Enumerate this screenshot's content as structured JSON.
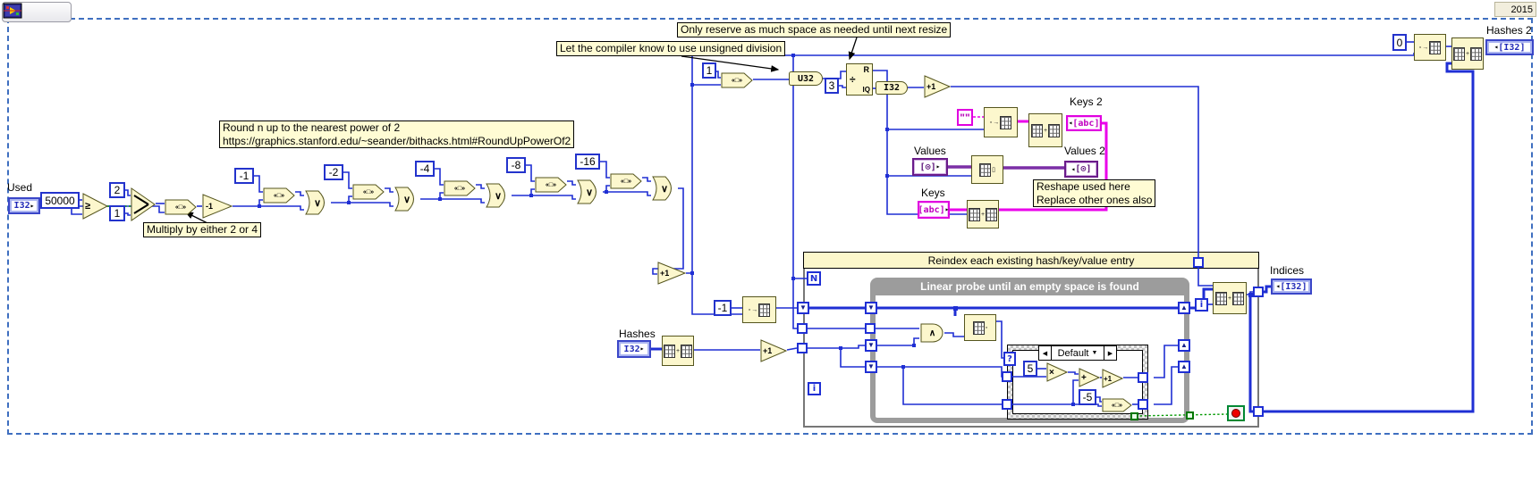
{
  "year": "2015",
  "toolbar": {
    "hand_icon": "hand-tool",
    "arrow_icon": "forward-arrow",
    "vi_icon": "labview-vi-icon"
  },
  "comments": {
    "reserve": "Only reserve as much space as needed until next resize",
    "unsigned": "Let the compiler know to use unsigned division",
    "roundup1": "Round n up to the nearest power of 2",
    "roundup2": "https://graphics.stanford.edu/~seander/bithacks.html#RoundUpPowerOf2",
    "multiply": "Multiply by either 2 or 4",
    "reshape1": "Reshape used here",
    "reshape2": "Replace other ones also"
  },
  "loops": {
    "for_title": "Reindex each existing hash/key/value entry",
    "while_title": "Linear probe until an empty space is found",
    "count": "N",
    "iter": "i",
    "iter2": "i"
  },
  "case": {
    "selector": "Default",
    "prev": "◀",
    "next": "▶",
    "drop": "▼",
    "selector_terminal": "?"
  },
  "io": {
    "used": {
      "label": "Used",
      "type": "I32"
    },
    "hashes": {
      "label": "Hashes",
      "type": "I32"
    },
    "keys": {
      "label": "Keys",
      "type": "[abc]"
    },
    "values": {
      "label": "Values",
      "type": "[⊙]"
    },
    "keys2": {
      "label": "Keys 2",
      "type": "[abc]"
    },
    "values2": {
      "label": "Values 2",
      "type": "[⊙]"
    },
    "hashes2": {
      "label": "Hashes 2",
      "type": "[I32]"
    },
    "indices": {
      "label": "Indices",
      "type": "[I32]"
    }
  },
  "constants": {
    "n50000": "50000",
    "two": "2",
    "one": "1",
    "m1": "-1",
    "m2": "-2",
    "m4": "-4",
    "m8": "-8",
    "m16": "-16",
    "one_b": "1",
    "three": "3",
    "zero": "0",
    "m1b": "-1",
    "five": "5",
    "m5": "-5",
    "empty": "\"\""
  },
  "glyphs": {
    "ge": "≥",
    "or": "∨",
    "and": "∧",
    "shift": "«□»",
    "dec": "-1",
    "inc": "+1",
    "mult": "×",
    "add": "+",
    "u32": "U32",
    "i32": "I32",
    "div": "÷",
    "r": "R",
    "iq": "IQ",
    "sr_down": "▼",
    "sr_up": "▲",
    "ctrl_arrow": "▸",
    "ind_arrow": "◂",
    "sub_cell": "▫",
    "sub_arrow": "→",
    "sub_plus": "+",
    "sub_bars": "▯"
  }
}
